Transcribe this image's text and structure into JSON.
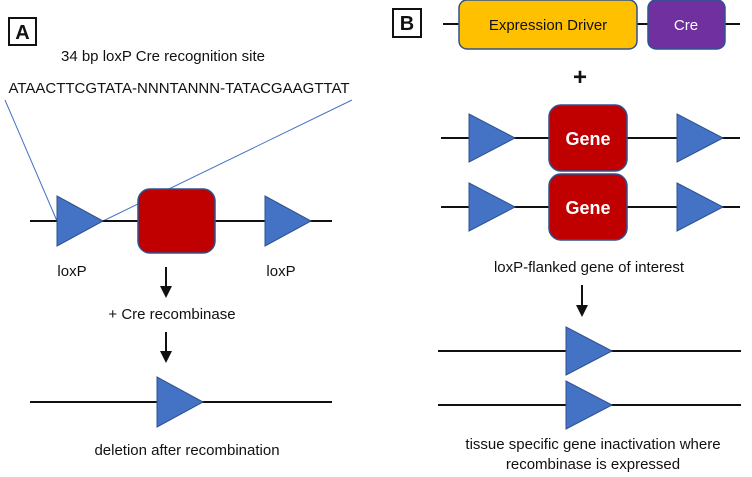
{
  "panel_a": {
    "label": "A",
    "site_title": "34 bp loxP Cre recognition site",
    "sequence": "ATAACTTCGTATA-NNNTANNN-TATACGAAGTTAT",
    "loxp_left": "loxP",
    "loxp_right": "loxP",
    "step": "+ Cre recombinase",
    "result": "deletion after recombination"
  },
  "panel_b": {
    "label": "B",
    "driver": "Expression Driver",
    "cre": "Cre",
    "plus": "+",
    "gene_1": "Gene",
    "gene_2": "Gene",
    "gene_caption": "loxP-flanked gene of interest",
    "result_line_1": "tissue specific gene inactivation where",
    "result_line_2": "recombinase is expressed"
  },
  "colors": {
    "loxp": "#4472C4",
    "gene": "#C00000",
    "driver": "#FFC000",
    "cre": "#7030A0"
  }
}
